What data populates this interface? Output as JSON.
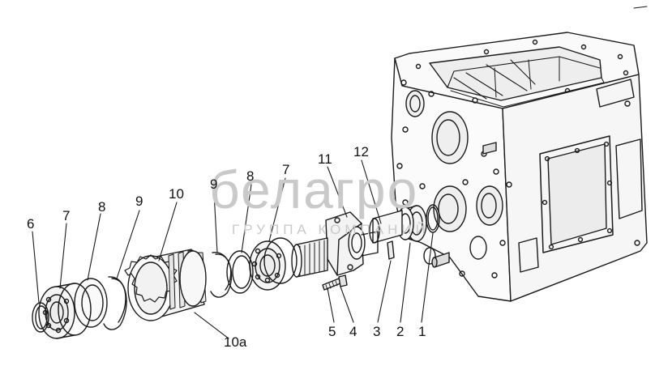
{
  "callouts": {
    "c6": "6",
    "c7_left": "7",
    "c8_left": "8",
    "c9_left": "9",
    "c10": "10",
    "c9_right": "9",
    "c8_right": "8",
    "c7_right": "7",
    "c11": "11",
    "c12": "12",
    "c5": "5",
    "c4": "4",
    "c3": "3",
    "c2": "2",
    "c1": "1",
    "c10a": "10a"
  },
  "watermark": {
    "brand": "белагро",
    "subtitle": "ГРУППА КОМПАНИЙ"
  }
}
